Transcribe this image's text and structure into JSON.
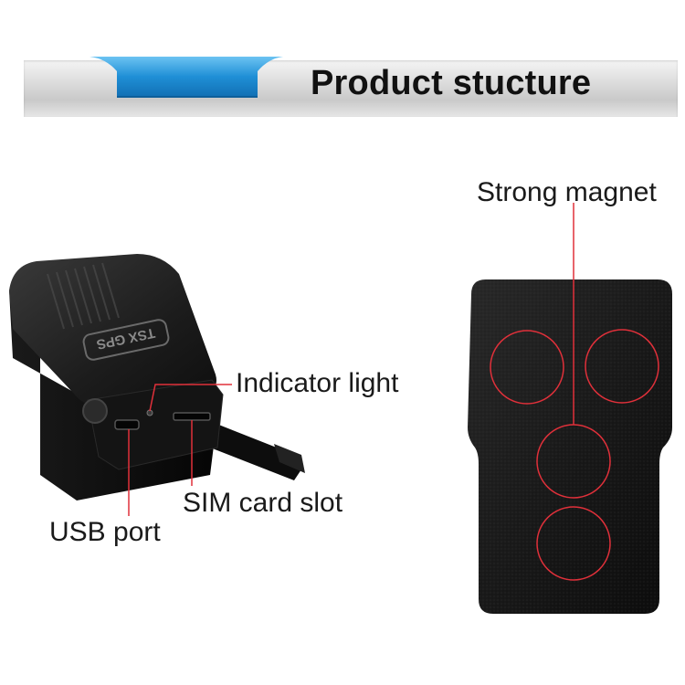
{
  "header": {
    "title": "Product stucture"
  },
  "labels": {
    "strong_magnet": "Strong magnet",
    "indicator_light": "Indicator light",
    "sim_card_slot": "SIM card slot",
    "usb_port": "USB port"
  },
  "device": {
    "engraving": "TSX GPS"
  },
  "colors": {
    "accent_blue": "#1f8fd6",
    "callout_red": "#e0303a",
    "device_black": "#111111"
  }
}
